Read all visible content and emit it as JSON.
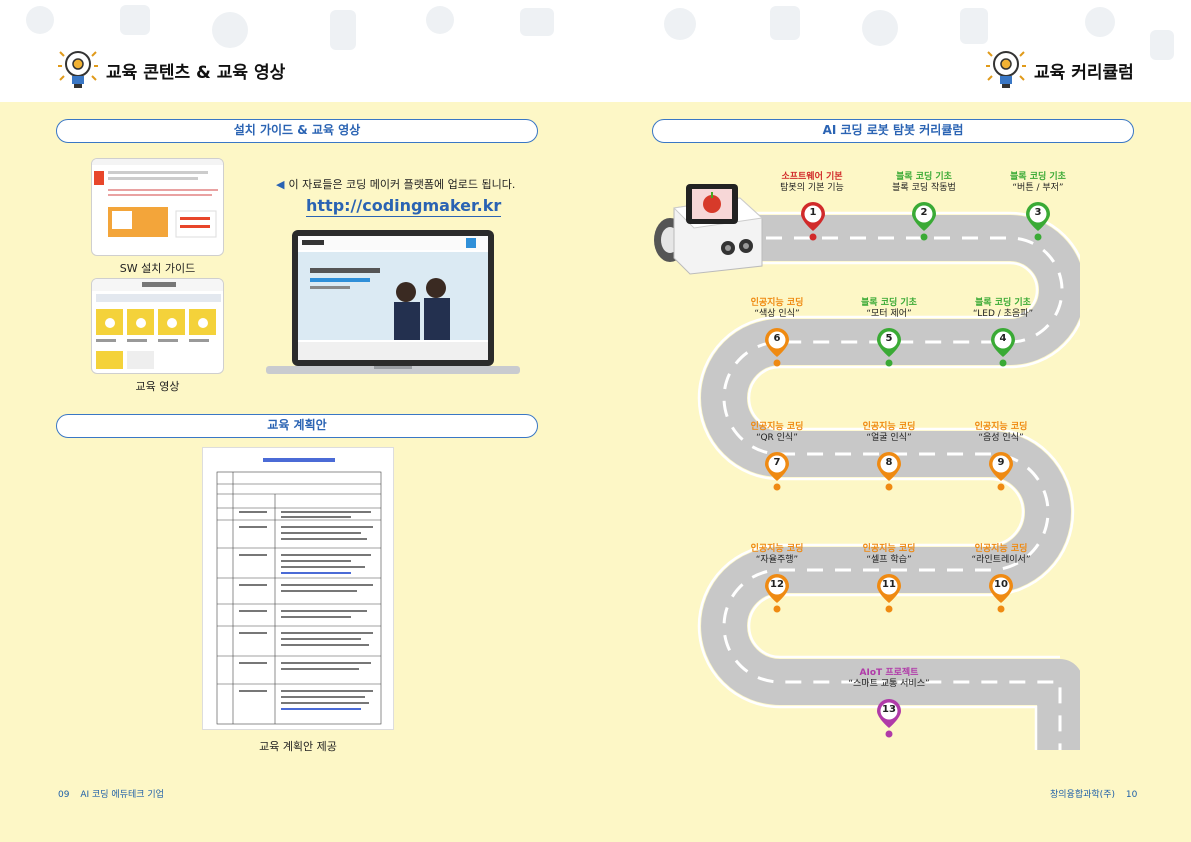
{
  "left_page": {
    "title": "교육 콘텐츠 & 교육 영상",
    "install_section": {
      "title": "설치 가이드 & 교육 영상",
      "sw_guide_caption": "SW 설치 가이드",
      "video_caption": "교육 영상",
      "notice": "이 자료들은 코딩 메이커 플랫폼에 업로드 됩니다.",
      "url": "http://codingmaker.kr"
    },
    "plan_section": {
      "title": "교육 계획안",
      "caption": "교육 계획안 제공"
    },
    "footer": {
      "page_number": "09",
      "text": "AI 코딩 에듀테크 기업"
    }
  },
  "right_page": {
    "title": "교육 커리큘럼",
    "curriculum_section": {
      "title": "AI 코딩 로봇 탐봇 커리큘럼"
    },
    "steps": [
      {
        "number": "1",
        "category": "소프트웨어 기본",
        "topic": "탐봇의 기본 기능",
        "color": "#d12a2a"
      },
      {
        "number": "2",
        "category": "블록 코딩 기초",
        "topic": "블록 코딩 작동법",
        "color": "#3aaa35"
      },
      {
        "number": "3",
        "category": "블록 코딩 기초",
        "topic": "“버튼 / 부저”",
        "color": "#3aaa35"
      },
      {
        "number": "4",
        "category": "블록 코딩 기초",
        "topic": "“LED / 초음파”",
        "color": "#3aaa35"
      },
      {
        "number": "5",
        "category": "블록 코딩 기초",
        "topic": "“모터 제어”",
        "color": "#3aaa35"
      },
      {
        "number": "6",
        "category": "인공지능 코딩",
        "topic": "“색상 인식”",
        "color": "#ef8a12"
      },
      {
        "number": "7",
        "category": "인공지능 코딩",
        "topic": "“QR 인식”",
        "color": "#ef8a12"
      },
      {
        "number": "8",
        "category": "인공지능 코딩",
        "topic": "“얼굴 인식”",
        "color": "#ef8a12"
      },
      {
        "number": "9",
        "category": "인공지능 코딩",
        "topic": "“음성 인식”",
        "color": "#ef8a12"
      },
      {
        "number": "10",
        "category": "인공지능 코딩",
        "topic": "“라인트레이서”",
        "color": "#ef8a12"
      },
      {
        "number": "11",
        "category": "인공지능 코딩",
        "topic": "“셀프 학습”",
        "color": "#ef8a12"
      },
      {
        "number": "12",
        "category": "인공지능 코딩",
        "topic": "“자율주행”",
        "color": "#ef8a12"
      },
      {
        "number": "13",
        "category": "AIoT 프로젝트",
        "topic": "“스마트 교통 서비스”",
        "color": "#b03aa8"
      }
    ],
    "footer": {
      "page_number": "10",
      "text": "창의융합과학(주)"
    }
  }
}
